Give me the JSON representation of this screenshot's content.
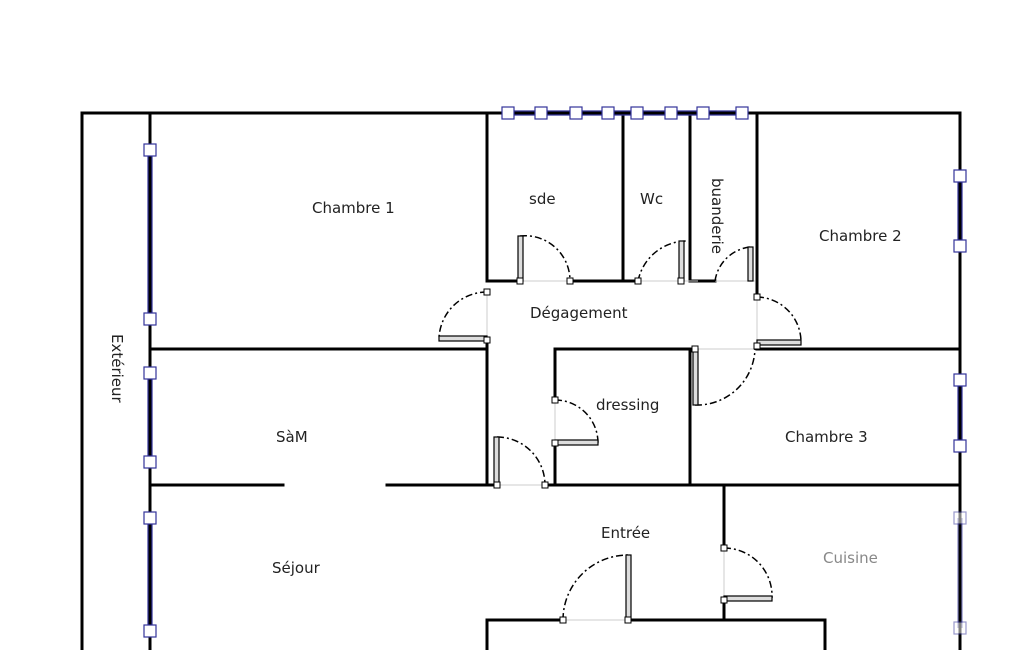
{
  "rooms": {
    "chambre1": "Chambre 1",
    "sde": "sde",
    "wc": "Wc",
    "buanderie": "buanderie",
    "chambre2": "Chambre 2",
    "degagement": "Dégagement",
    "dressing": "dressing",
    "chambre3": "Chambre 3",
    "sam": "SàM",
    "sejour": "Séjour",
    "entree": "Entrée",
    "cuisine": "Cuisine",
    "exterieur": "Extérieur"
  },
  "colors": {
    "wall": "#000000",
    "window": "#33339a"
  }
}
